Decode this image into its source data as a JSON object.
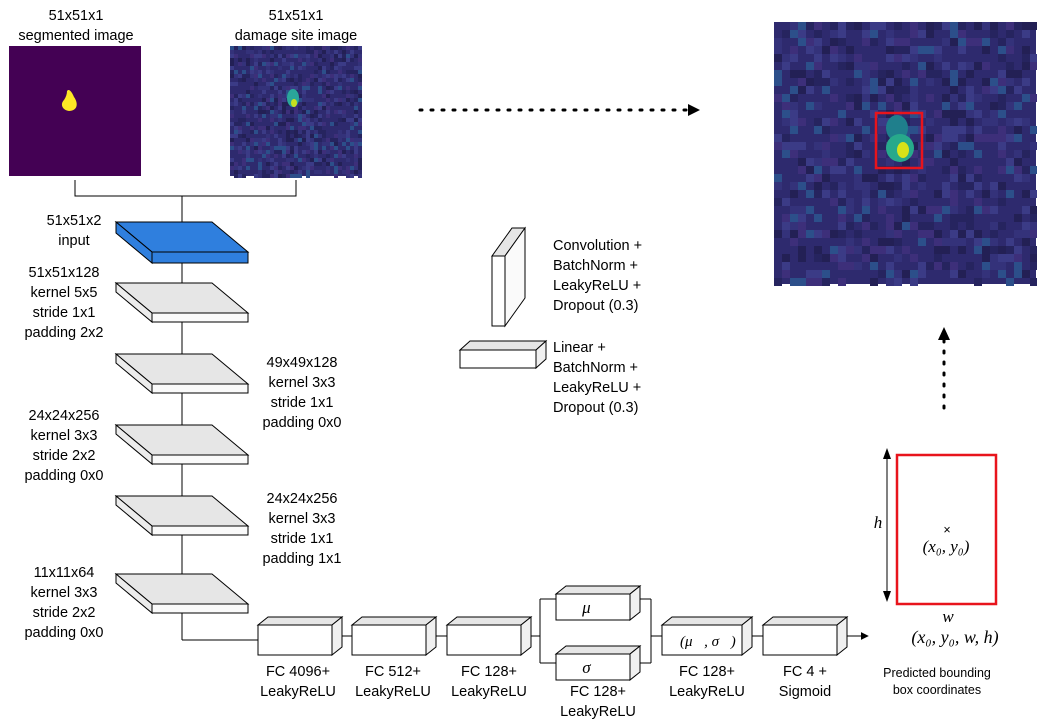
{
  "inputs": {
    "segmented": {
      "line1": "51x51x1",
      "line2": "segmented image"
    },
    "damage": {
      "line1": "51x51x1",
      "line2": "damage site image"
    }
  },
  "layers": [
    {
      "lines": [
        "51x51x2",
        "input"
      ]
    },
    {
      "lines": [
        "51x51x128",
        "kernel 5x5",
        "stride 1x1",
        "padding 2x2"
      ]
    },
    {
      "lines": [
        "49x49x128",
        "kernel 3x3",
        "stride 1x1",
        "padding 0x0"
      ]
    },
    {
      "lines": [
        "24x24x256",
        "kernel 3x3",
        "stride 2x2",
        "padding 0x0"
      ]
    },
    {
      "lines": [
        "24x24x256",
        "kernel 3x3",
        "stride 1x1",
        "padding 1x1"
      ]
    },
    {
      "lines": [
        "11x11x64",
        "kernel 3x3",
        "stride 2x2",
        "padding 0x0"
      ]
    }
  ],
  "legend": {
    "conv": [
      "Convolution +",
      "BatchNorm +",
      "LeakyReLU +",
      "Dropout (0.3)"
    ],
    "linear": [
      "Linear +",
      "BatchNorm +",
      "LeakyReLU +",
      "Dropout (0.3)"
    ]
  },
  "fc": [
    {
      "lines": [
        "FC 4096+",
        "LeakyReLU"
      ]
    },
    {
      "lines": [
        "FC 512+",
        "LeakyReLU"
      ]
    },
    {
      "lines": [
        "FC 128+",
        "LeakyReLU"
      ]
    },
    {
      "lines": [
        "FC 128+",
        "LeakyReLU"
      ]
    },
    {
      "lines": [
        "FC 128+",
        "LeakyReLU"
      ]
    },
    {
      "lines": [
        "FC 4 +",
        "Sigmoid"
      ]
    }
  ],
  "latent": {
    "mu": "μ⃗",
    "sigma": "σ⃗",
    "normal": "𝒩(μ⃗, σ⃗)"
  },
  "bbox": {
    "h": "h",
    "w": "w",
    "center_mark": "×",
    "center_label": "(x₀, y₀)",
    "output": "(x₀, y₀, w, h)",
    "caption": [
      "Predicted bounding",
      "box coordinates"
    ]
  },
  "colors": {
    "input_slab": "#2f7fde",
    "conv_slab": "#e6e6e6",
    "bbox": "#e8141c",
    "image_bg": "#2e2a6e",
    "segmented_bg": "#440154",
    "blob": "#fde725"
  }
}
